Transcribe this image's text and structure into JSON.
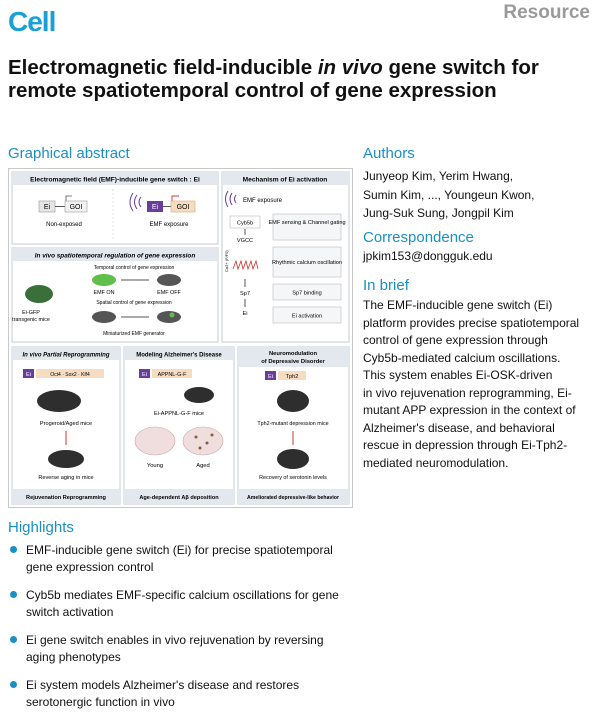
{
  "journal": "Cell",
  "article_type": "Resource",
  "title_parts": [
    "Electromagnetic field-inducible ",
    "in vivo",
    " gene switch for remote spatiotemporal control of gene expression"
  ],
  "sections": {
    "graphical_abstract": "Graphical abstract",
    "authors": "Authors",
    "correspondence": "Correspondence",
    "in_brief": "In brief",
    "highlights": "Highlights"
  },
  "authors_lines": [
    "Junyeop Kim, Yerim Hwang,",
    "Sumin Kim, ..., Youngeun Kwon,",
    "Jung-Suk Sung, Jongpil Kim"
  ],
  "correspondence_email": "jpkim153@dongguk.edu",
  "in_brief_lines": [
    "The EMF-inducible gene switch (Ei)",
    "platform provides precise spatiotemporal",
    "control of gene expression through",
    "Cyb5b-mediated calcium oscillations.",
    "This system enables Ei-OSK-driven",
    "in vivo rejuvenation reprogramming, Ei-",
    "mutant APP expression in the context of",
    "Alzheimer's disease, and behavioral",
    "rescue in depression through Ei-Tph2-",
    "mediated neuromodulation."
  ],
  "highlights": [
    [
      "EMF-inducible gene switch (Ei) for precise spatiotemporal",
      "gene expression control"
    ],
    [
      "Cyb5b mediates EMF-specific calcium oscillations for gene",
      "switch activation"
    ],
    [
      "Ei gene switch enables in vivo rejuvenation by reversing",
      "aging phenotypes"
    ],
    [
      "Ei system models Alzheimer's disease and restores",
      "serotonergic function in vivo"
    ]
  ],
  "figure": {
    "switch_panel_title": "Electromagnetic field (EMF)-inducible gene switch : Ei",
    "ei": "Ei",
    "goi": "GOI",
    "non_exposed": "Non-exposed",
    "emf_exposure": "EMF exposure",
    "mechanism_title": "Mechanism of Ei activation",
    "mech_emf_exposure": "EMF exposure",
    "cyb5b": "Cyb5b",
    "vgcc": "VGCC",
    "sp7": "Sp7",
    "ca_label": "Ca2+ (F/F0)",
    "emf_sensing": "EMF sensing & Channel gating",
    "rhythmic": "Rhythmic calcium oscillation",
    "sp7_binding": "Sp7 binding",
    "ei_activation": "Ei activation",
    "invivo_title": "In vivo spatiotemporal regulation of gene expression",
    "temporal_control": "Temporal control of gene expression",
    "emf_on": "EMF ON",
    "emf_off": "EMF OFF",
    "spatial_control": "Spatial control of gene expression",
    "miniaturized": "Miniaturized EMF generator",
    "eigfp_line1": "Ei-GFP",
    "eigfp_line2": "transgenic mice",
    "reprog_title": "In vivo Partial Reprogramming",
    "osk": "Oct4 · Sox2 · Klf4",
    "progeroid": "Progeroid/Aged mice",
    "reverse": "Reverse aging in mice",
    "rejuv": "Rejuvenation Reprogramming",
    "ad_title": "Modeling Alzheimer's Disease",
    "app": "APPNL-G-F",
    "eiapp": "Ei-APPNL-G-F mice",
    "young": "Young",
    "aged": "Aged",
    "abeta": "Age-dependent Aβ deposition",
    "neuro_title1": "Neuromodulation",
    "neuro_title2": "of Depressive Disorder",
    "tph2": "Tph2",
    "tph2_mice": "Tph2-mutant depression mice",
    "serotonin": "Recovery of serotonin levels",
    "ameliorated": "Ameliorated depressive-like behavior"
  },
  "colors": {
    "brand": "#1aa0d8",
    "heading": "#1a8fc4",
    "gray_tag": "#9a9a9a",
    "ei_purple": "#6a3d9a",
    "goi_peach": "#f6dcc0",
    "panel_header": "#e3e8ef",
    "arrow_red": "#d0342c"
  }
}
